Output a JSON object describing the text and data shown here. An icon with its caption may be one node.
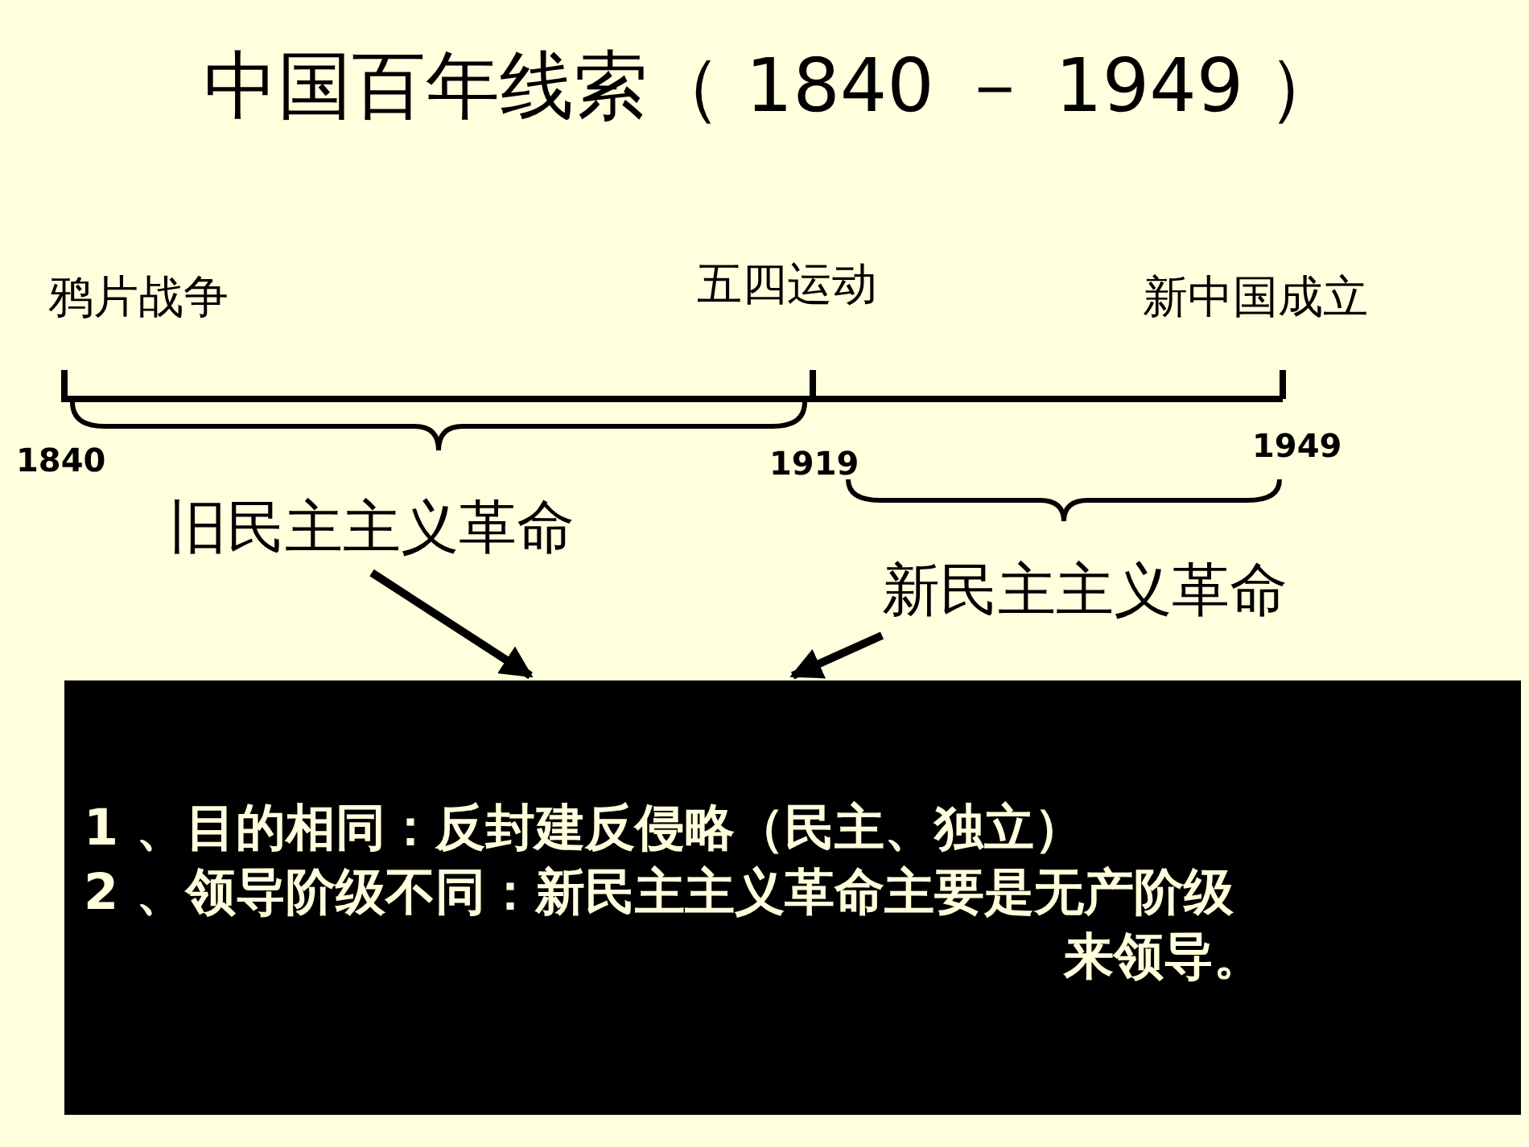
{
  "diagram": {
    "title": "中国百年线索（ 1840 － 1949 ）",
    "nodes": [
      {
        "text": [
          "旧民主主义革命"
        ]
      },
      {
        "text": [
          "新民主主义革命"
        ]
      },
      {
        "text": [
          "1 、目的相同：反封建反侵略（民主、独立）",
          "2 、领导阶级不同：新民主主义革命主要是无产阶级来领导。"
        ]
      }
    ],
    "edges": [
      {
        "from": 0,
        "to": 2,
        "arrow": "to"
      },
      {
        "from": 1,
        "to": 2,
        "arrow": "to"
      }
    ],
    "labels": [
      "鸦片战争",
      "五四运动",
      "新中国成立",
      "1840",
      "1919",
      "1949"
    ]
  }
}
